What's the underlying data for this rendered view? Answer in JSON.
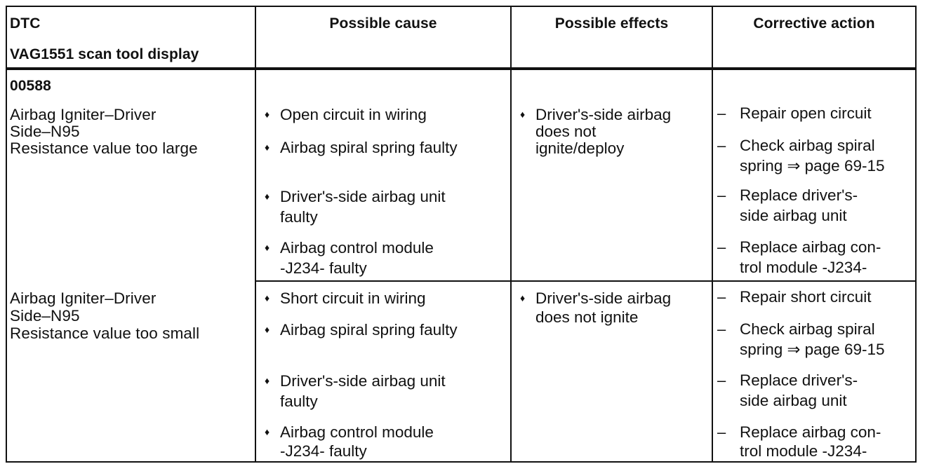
{
  "table": {
    "headers": {
      "dtc_line1": "DTC",
      "dtc_line2": "VAG1551 scan tool display",
      "cause": "Possible cause",
      "effects": "Possible effects",
      "action": "Corrective action"
    },
    "code": "00588",
    "rows": [
      {
        "dtc": [
          "Airbag Igniter–Driver",
          "Side–N95",
          "Resistance value too large"
        ],
        "causes": [
          [
            "Open circuit in wiring"
          ],
          [
            "Airbag spiral spring faulty"
          ],
          [
            "Driver's-side airbag unit",
            "faulty"
          ],
          [
            "Airbag control module",
            "-J234- faulty"
          ]
        ],
        "effects": [
          [
            "Driver's-side airbag",
            "does not",
            "ignite/deploy"
          ]
        ],
        "actions": [
          [
            "Repair open circuit"
          ],
          [
            "Check airbag spiral",
            "spring ⇒ page 69-15"
          ],
          [
            "Replace driver's-",
            "side airbag unit"
          ],
          [
            "Replace airbag con-",
            "trol module -J234-"
          ]
        ]
      },
      {
        "dtc": [
          "Airbag Igniter–Driver",
          "Side–N95",
          "Resistance value too small"
        ],
        "causes": [
          [
            "Short circuit in wiring"
          ],
          [
            "Airbag spiral spring faulty"
          ],
          [
            "Driver's-side airbag unit",
            "faulty"
          ],
          [
            "Airbag control module",
            "-J234- faulty"
          ]
        ],
        "effects": [
          [
            "Driver's-side airbag",
            "does not ignite"
          ]
        ],
        "actions": [
          [
            "Repair short circuit"
          ],
          [
            "Check airbag spiral",
            "spring ⇒ page 69-15"
          ],
          [
            "Replace driver's-",
            "side airbag unit"
          ],
          [
            "Replace airbag con-",
            "trol module -J234-"
          ]
        ]
      }
    ],
    "bullet_symbol": "♦",
    "dash_symbol": "–"
  }
}
